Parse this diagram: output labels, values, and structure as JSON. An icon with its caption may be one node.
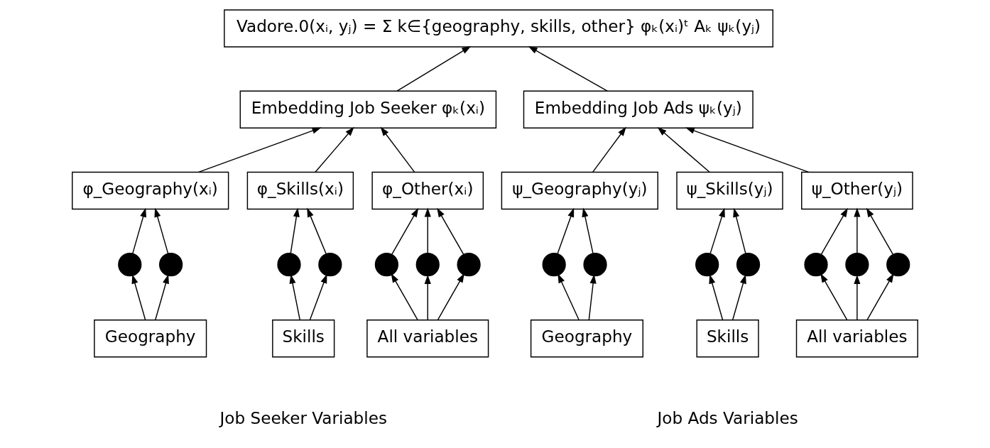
{
  "diagram": {
    "nodes": [
      {
        "text": [
          "Vadore.0(xᵢ, yⱼ) = Σ k∈{geography, skills, other} φₖ(xᵢ)ᵗ Aₖ ψₖ(yⱼ)"
        ]
      },
      {
        "text": [
          "Embedding Job Seeker φₖ(xᵢ)"
        ]
      },
      {
        "text": [
          "Embedding Job Ads ψₖ(yⱼ)"
        ]
      },
      {
        "text": [
          "φ_Geography(xᵢ)"
        ]
      },
      {
        "text": [
          "φ_Skills(xᵢ)"
        ]
      },
      {
        "text": [
          "φ_Other(xᵢ)"
        ]
      },
      {
        "text": [
          "ψ_Geography(yⱼ)"
        ]
      },
      {
        "text": [
          "ψ_Skills(yⱼ)"
        ]
      },
      {
        "text": [
          "ψ_Other(yⱼ)"
        ]
      },
      {
        "text": [],
        "shape": "circle"
      },
      {
        "text": [],
        "shape": "circle"
      },
      {
        "text": [],
        "shape": "circle"
      },
      {
        "text": [],
        "shape": "circle"
      },
      {
        "text": [],
        "shape": "circle"
      },
      {
        "text": [],
        "shape": "circle"
      },
      {
        "text": [],
        "shape": "circle"
      },
      {
        "text": [],
        "shape": "circle"
      },
      {
        "text": [],
        "shape": "circle"
      },
      {
        "text": [],
        "shape": "circle"
      },
      {
        "text": [],
        "shape": "circle"
      },
      {
        "text": [],
        "shape": "circle"
      },
      {
        "text": [],
        "shape": "circle"
      },
      {
        "text": [],
        "shape": "circle"
      },
      {
        "text": [
          "Geography"
        ]
      },
      {
        "text": [
          "Skills"
        ]
      },
      {
        "text": [
          "All variables"
        ]
      },
      {
        "text": [
          "Geography"
        ]
      },
      {
        "text": [
          "Skills"
        ]
      },
      {
        "text": [
          "All variables"
        ]
      }
    ],
    "edges": [
      {
        "from": 1,
        "to": 0,
        "arrow": "to"
      },
      {
        "from": 2,
        "to": 0,
        "arrow": "to"
      },
      {
        "from": 3,
        "to": 1,
        "arrow": "to"
      },
      {
        "from": 4,
        "to": 1,
        "arrow": "to"
      },
      {
        "from": 5,
        "to": 1,
        "arrow": "to"
      },
      {
        "from": 6,
        "to": 2,
        "arrow": "to"
      },
      {
        "from": 7,
        "to": 2,
        "arrow": "to"
      },
      {
        "from": 8,
        "to": 2,
        "arrow": "to"
      },
      {
        "from": 9,
        "to": 3,
        "arrow": "to"
      },
      {
        "from": 10,
        "to": 3,
        "arrow": "to"
      },
      {
        "from": 11,
        "to": 4,
        "arrow": "to"
      },
      {
        "from": 12,
        "to": 4,
        "arrow": "to"
      },
      {
        "from": 13,
        "to": 5,
        "arrow": "to"
      },
      {
        "from": 14,
        "to": 5,
        "arrow": "to"
      },
      {
        "from": 15,
        "to": 5,
        "arrow": "to"
      },
      {
        "from": 16,
        "to": 6,
        "arrow": "to"
      },
      {
        "from": 17,
        "to": 6,
        "arrow": "to"
      },
      {
        "from": 18,
        "to": 7,
        "arrow": "to"
      },
      {
        "from": 19,
        "to": 7,
        "arrow": "to"
      },
      {
        "from": 20,
        "to": 8,
        "arrow": "to"
      },
      {
        "from": 21,
        "to": 8,
        "arrow": "to"
      },
      {
        "from": 22,
        "to": 8,
        "arrow": "to"
      },
      {
        "from": 23,
        "to": 9,
        "arrow": "to"
      },
      {
        "from": 23,
        "to": 10,
        "arrow": "to"
      },
      {
        "from": 24,
        "to": 11,
        "arrow": "to"
      },
      {
        "from": 24,
        "to": 12,
        "arrow": "to"
      },
      {
        "from": 25,
        "to": 13,
        "arrow": "to"
      },
      {
        "from": 25,
        "to": 14,
        "arrow": "to"
      },
      {
        "from": 25,
        "to": 15,
        "arrow": "to"
      },
      {
        "from": 26,
        "to": 16,
        "arrow": "to"
      },
      {
        "from": 26,
        "to": 17,
        "arrow": "to"
      },
      {
        "from": 27,
        "to": 18,
        "arrow": "to"
      },
      {
        "from": 27,
        "to": 19,
        "arrow": "to"
      },
      {
        "from": 28,
        "to": 20,
        "arrow": "to"
      },
      {
        "from": 28,
        "to": 21,
        "arrow": "to"
      },
      {
        "from": 28,
        "to": 22,
        "arrow": "to"
      }
    ],
    "labels": [
      "Job Seeker Variables",
      "Job Ads Variables"
    ]
  }
}
